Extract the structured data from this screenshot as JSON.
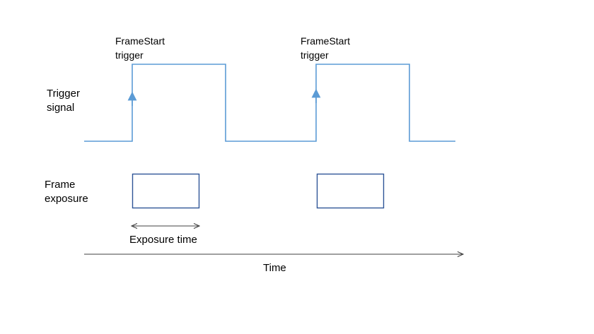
{
  "labels": {
    "trigger_signal": [
      "Trigger",
      "signal"
    ],
    "frame_exposure": [
      "Frame",
      "exposure"
    ],
    "framestart_1": [
      "FrameStart",
      "trigger"
    ],
    "framestart_2": [
      "FrameStart",
      "trigger"
    ],
    "exposure_time": "Exposure time",
    "time": "Time"
  },
  "colors": {
    "signal": "#5b9bd5",
    "exposure_box": "#2f5597",
    "arrow": "#404040",
    "text": "#000000",
    "background": "#ffffff"
  }
}
